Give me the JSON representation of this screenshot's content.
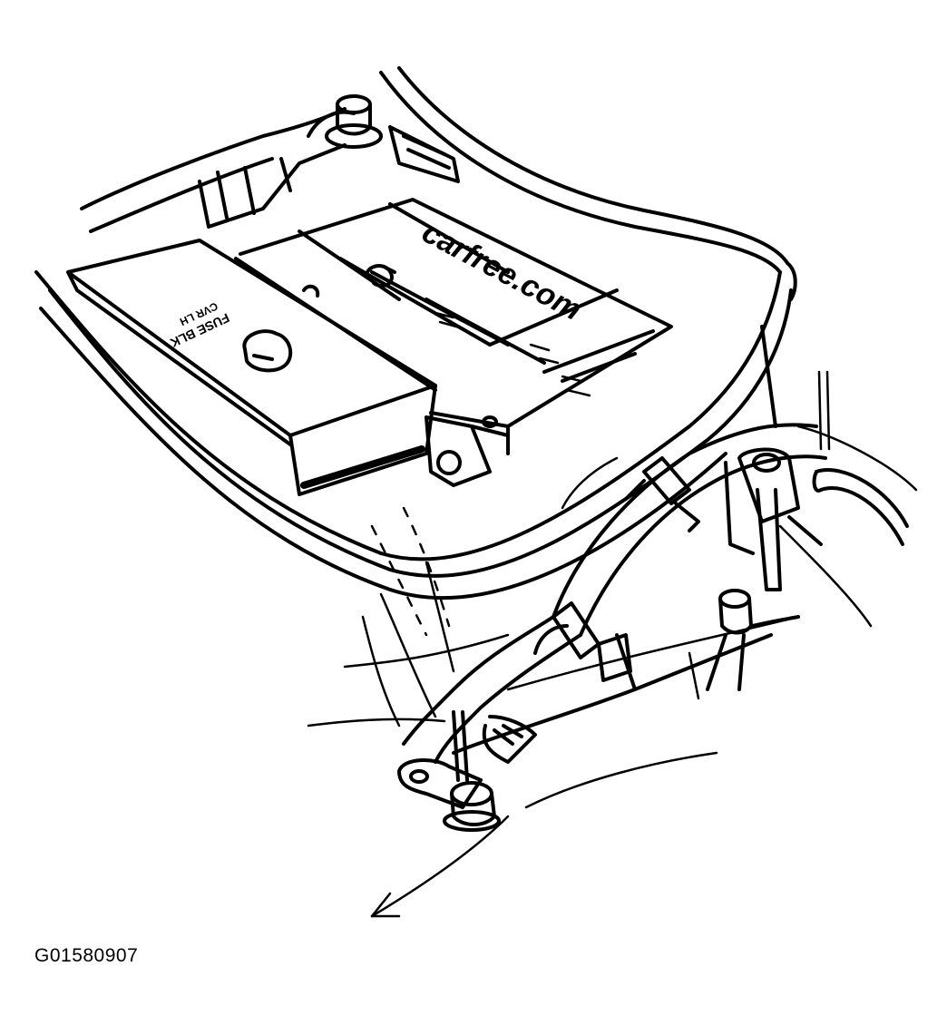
{
  "figure": {
    "code": "G01580907",
    "fuse_block_label": "FUSE BLK",
    "fuse_block_sublabel": "CVR LH",
    "watermark": "carfree.com"
  },
  "colors": {
    "line": "#000000",
    "background": "#ffffff"
  }
}
